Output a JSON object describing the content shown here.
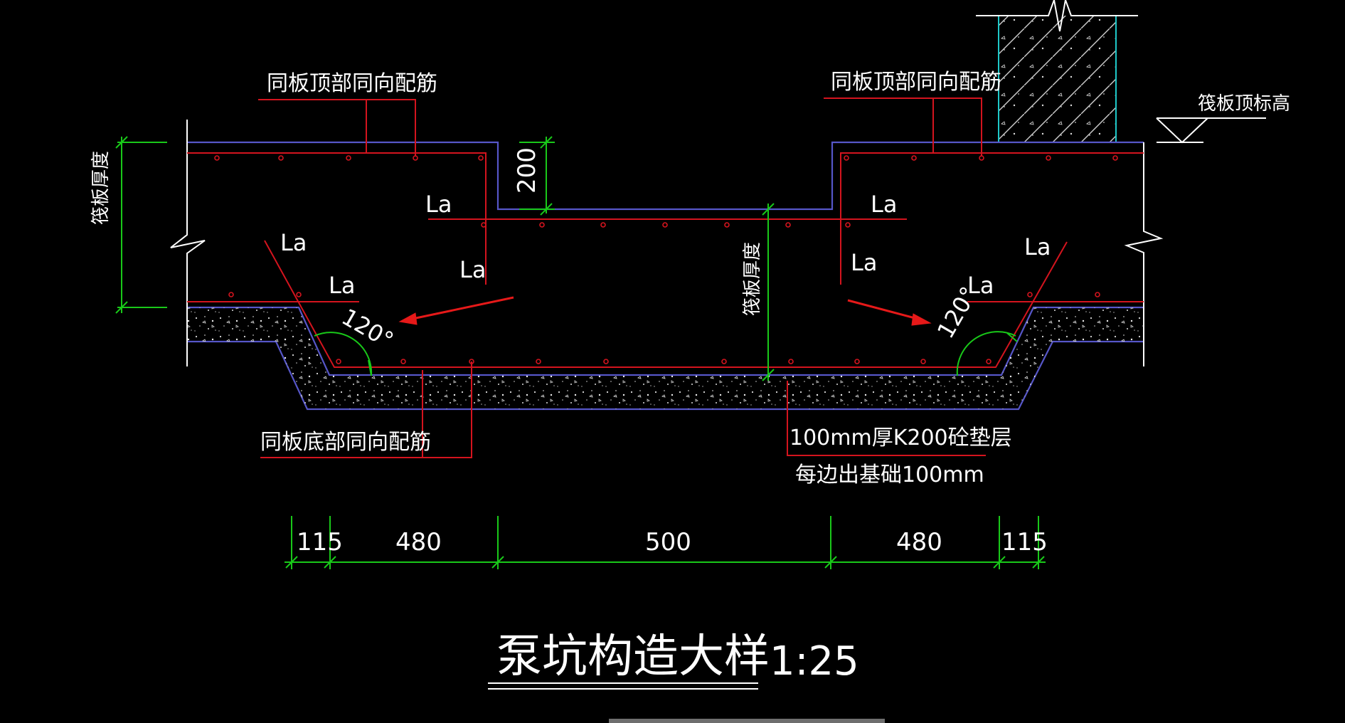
{
  "drawing": {
    "title": "泵坑构造大样",
    "scale": "1:25",
    "colors": {
      "background": "#000000",
      "rebar": "#d4141e",
      "outline": "#5656c8",
      "dimension": "#19c819",
      "text": "#ffffff",
      "wall_hatch": "#1ec8c8",
      "arrow": "#e61919"
    },
    "labels": {
      "top_left_rebar": "同板顶部同向配筋",
      "top_right_rebar": "同板顶部同向配筋",
      "raft_top_elevation": "筏板顶标高",
      "raft_thickness_left": "筏板厚度",
      "raft_thickness_center": "筏板厚度",
      "bottom_rebar": "同板底部同向配筋",
      "cushion_layer": "100mm厚K200砼垫层",
      "cushion_extend": "每边出基础100mm",
      "pit_depth": "200",
      "angle_left": "120°",
      "angle_right": "120°",
      "la": "La"
    },
    "dimensions": [
      "115",
      "480",
      "500",
      "480",
      "115"
    ]
  }
}
